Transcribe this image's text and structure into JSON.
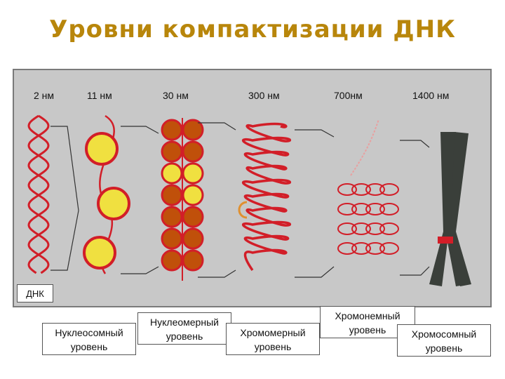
{
  "title": "Уровни компактизации ДНК",
  "scales": [
    "2 нм",
    "11 нм",
    "30 нм",
    "300 нм",
    "700нм",
    "1400 нм"
  ],
  "dnk_label": "ДНК",
  "levels": [
    {
      "line1": "Нуклеосомный",
      "line2": "уровень"
    },
    {
      "line1": "Нуклеомерный",
      "line2": "уровень"
    },
    {
      "line1": "Хромомерный",
      "line2": "уровень"
    },
    {
      "line1": "Хромонемный",
      "line2": "уровень"
    },
    {
      "line1": "Хромосомный",
      "line2": "уровень"
    }
  ],
  "colors": {
    "title": "#b8860b",
    "dna": "#d21e28",
    "histone": "#f0e040",
    "nucleomer": "#c0500a",
    "chromosome": "#3a3f3a"
  }
}
